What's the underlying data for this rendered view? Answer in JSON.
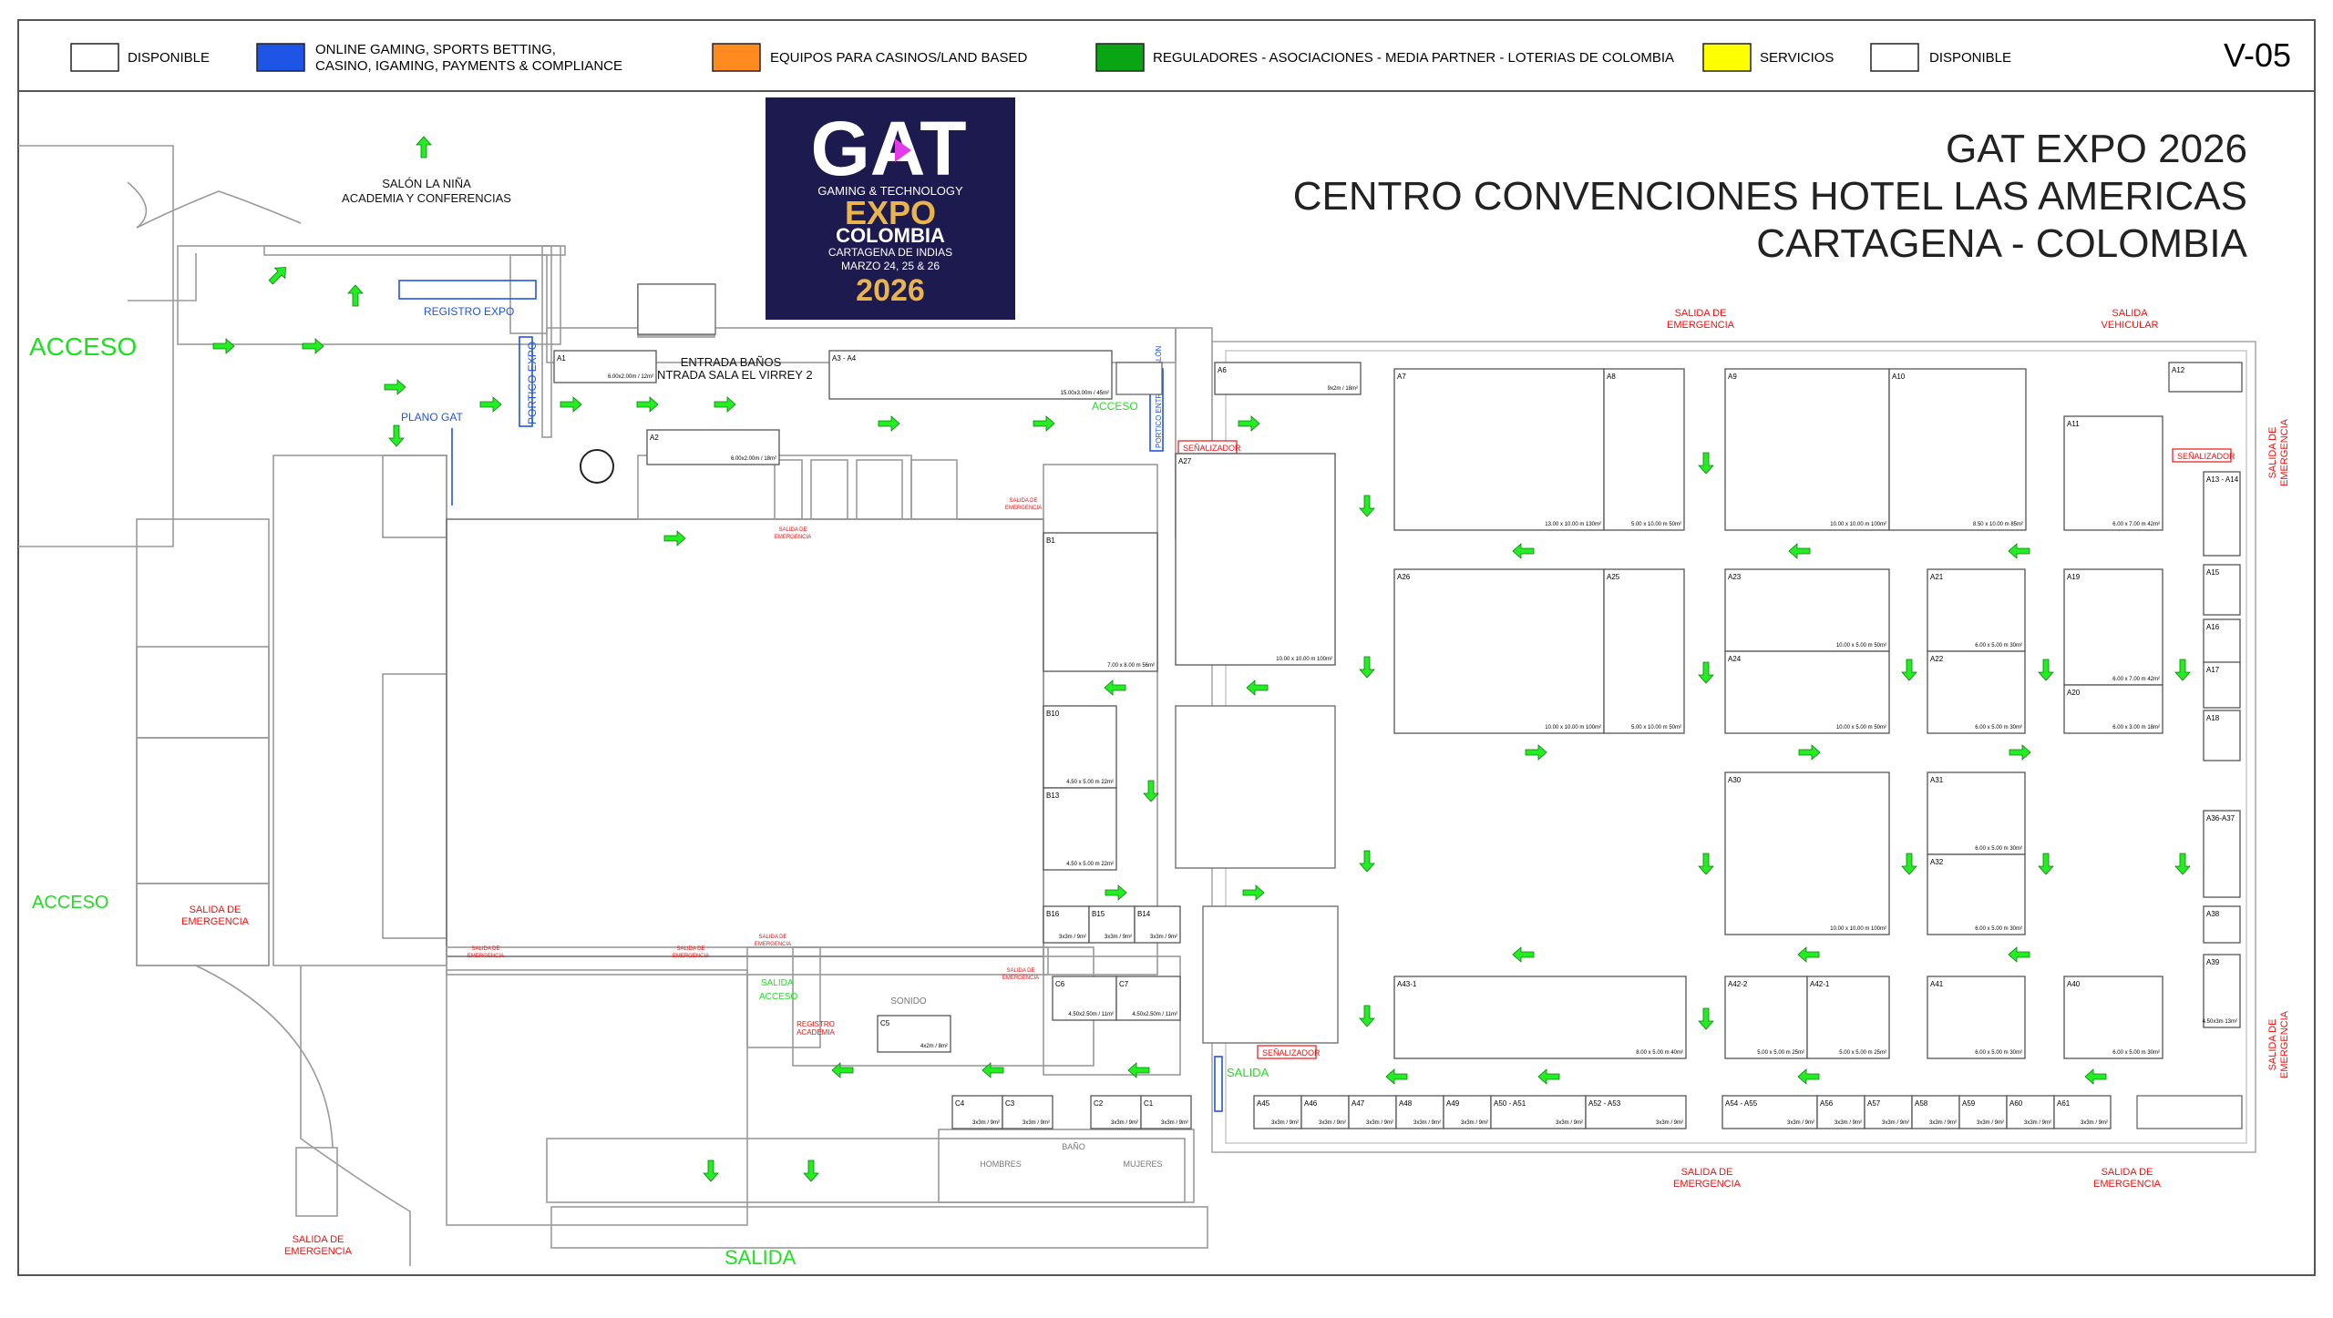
{
  "sheet_code": "V-05",
  "legend": [
    {
      "label": "DISPONIBLE",
      "color": "#ffffff"
    },
    {
      "label": "ONLINE GAMING, SPORTS BETTING,",
      "label2": "CASINO, IGAMING, PAYMENTS & COMPLIANCE",
      "color": "#1f55e6"
    },
    {
      "label": "EQUIPOS PARA CASINOS/LAND BASED",
      "color": "#ff8a1f"
    },
    {
      "label": "REGULADORES - ASOCIACIONES - MEDIA PARTNER - LOTERIAS DE COLOMBIA",
      "color": "#0aa514"
    },
    {
      "label": "SERVICIOS",
      "color": "#ffff00"
    },
    {
      "label": "DISPONIBLE",
      "color": "#ffffff"
    }
  ],
  "title": {
    "line1": "GAT EXPO 2026",
    "line2": "CENTRO CONVENCIONES HOTEL LAS AMERICAS",
    "line3": "CARTAGENA - COLOMBIA"
  },
  "logo": {
    "brand": "GAT",
    "tagline": "GAMING & TECHNOLOGY",
    "expo": "EXPO",
    "country": "COLOMBIA",
    "city": "CARTAGENA DE INDIAS",
    "dates": "MARZO 24, 25 & 26",
    "year": "2026",
    "bg": "#1d1a4f"
  },
  "places": {
    "salon": "SALÓN LA NIÑA",
    "salon_sub": "ACADEMIA Y CONFERENCIAS",
    "acceso_top": "ACCESO",
    "acceso_bottom": "ACCESO",
    "registro_expo": "REGISTRO EXPO",
    "plano_gat": "PLANO GAT",
    "portico_expo": "PORTICO EXPO",
    "portico_salon": "PORTICO ENTRADA A SALÓN",
    "entrada_banos": "ENTRADA BAÑOS",
    "entrada_sala": "ENTRADA SALA EL VIRREY 2",
    "acceso_center": "ACCESO",
    "salida_acceso_1": "SALIDA",
    "salida_acceso_2": "ACCESO",
    "registro_academia_1": "REGISTRO",
    "registro_academia_2": "ACADEMIA",
    "sonido": "SONIDO",
    "bano": "BAÑO",
    "hombres": "HOMBRES",
    "mujeres": "MUJERES",
    "salida_center": "SALIDA",
    "salida_bottom": "SALIDA",
    "senalizador": "SEÑALIZADOR",
    "salida_emergencia_1": "SALIDA DE",
    "salida_emergencia_2": "EMERGENCIA",
    "salida_vehicular_1": "SALIDA",
    "salida_vehicular_2": "VEHICULAR"
  },
  "booths": [
    {
      "id": "A1",
      "size": "6.00x2.00m / 12m²"
    },
    {
      "id": "A3 - A4",
      "size": "15.00x3.00m / 45m²"
    },
    {
      "id": "A2",
      "size": "6.00x2.00m / 18m²"
    },
    {
      "id": "A6",
      "size": "9x2m / 18m²"
    },
    {
      "id": "A27",
      "size": "10.00 x 10.00 m 100m²"
    },
    {
      "id": "A7",
      "size": "13.00 x 10.00 m 130m²"
    },
    {
      "id": "A8",
      "size": "5.00 x 10.00 m 50m²"
    },
    {
      "id": "A9",
      "size": "10.00 x 10.00 m 100m²"
    },
    {
      "id": "A10",
      "size": "8.50 x 10.00 m 85m²"
    },
    {
      "id": "A11",
      "size": "6.00 x 7.00 m 42m²"
    },
    {
      "id": "A12",
      "size": ""
    },
    {
      "id": "A13 - A14",
      "size": ""
    },
    {
      "id": "A26",
      "size": "10.00 x 10.00 m 100m²"
    },
    {
      "id": "A25",
      "size": "5.00 x 10.00 m 50m²"
    },
    {
      "id": "A23",
      "size": "10.00 x 5.00 m 50m²"
    },
    {
      "id": "A24",
      "size": "10.00 x 5.00 m 50m²"
    },
    {
      "id": "A21",
      "size": "6.00 x 5.00 m 30m²"
    },
    {
      "id": "A22",
      "size": "6.00 x 5.00 m 30m²"
    },
    {
      "id": "A19",
      "size": "6.00 x 7.00 m 42m²"
    },
    {
      "id": "A20",
      "size": "6.00 x 3.00 m 18m²"
    },
    {
      "id": "A15",
      "size": ""
    },
    {
      "id": "A16",
      "size": ""
    },
    {
      "id": "A17",
      "size": ""
    },
    {
      "id": "A18",
      "size": ""
    },
    {
      "id": "B1",
      "size": "7.00 x 8.00 m 56m²"
    },
    {
      "id": "B10",
      "size": "4.50 x 5.00 m 22m²"
    },
    {
      "id": "B13",
      "size": "4.50 x 5.00 m 22m²"
    },
    {
      "id": "A30",
      "size": "10.00 x 10.00 m 100m²"
    },
    {
      "id": "A31",
      "size": "6.00 x 5.00 m 30m²"
    },
    {
      "id": "A32",
      "size": "6.00 x 5.00 m 30m²"
    },
    {
      "id": "A36-A37",
      "size": ""
    },
    {
      "id": "A38",
      "size": ""
    },
    {
      "id": "A39",
      "size": "4.50x3m 13m²"
    },
    {
      "id": "B16",
      "size": "3x3m / 9m²"
    },
    {
      "id": "B15",
      "size": "3x3m / 9m²"
    },
    {
      "id": "B14",
      "size": "3x3m / 9m²"
    },
    {
      "id": "C6",
      "size": "4.50x2.50m / 11m²"
    },
    {
      "id": "C7",
      "size": "4.50x2.50m / 11m²"
    },
    {
      "id": "C5",
      "size": "4x2m / 8m²"
    },
    {
      "id": "A43-1",
      "size": "8.00 x 5.00 m 40m²"
    },
    {
      "id": "A42-2",
      "size": "5.00 x 5.00 m 25m²"
    },
    {
      "id": "A42-1",
      "size": "5.00 x 5.00 m 25m²"
    },
    {
      "id": "A41",
      "size": "6.00 x 5.00 m 30m²"
    },
    {
      "id": "A40",
      "size": "6.00 x 5.00 m 30m²"
    },
    {
      "id": "C4",
      "size": "3x3m / 9m²"
    },
    {
      "id": "C3",
      "size": "3x3m / 9m²"
    },
    {
      "id": "C2",
      "size": "3x3m / 9m²"
    },
    {
      "id": "C1",
      "size": "3x3m / 9m²"
    },
    {
      "id": "A45",
      "size": "3x3m / 9m²"
    },
    {
      "id": "A46",
      "size": "3x3m / 9m²"
    },
    {
      "id": "A47",
      "size": "3x3m / 9m²"
    },
    {
      "id": "A48",
      "size": "3x3m / 9m²"
    },
    {
      "id": "A49",
      "size": "3x3m / 9m²"
    },
    {
      "id": "A50 - A51",
      "size": "3x3m / 9m²"
    },
    {
      "id": "A52 - A53",
      "size": "3x3m / 9m²"
    },
    {
      "id": "A54 - A55",
      "size": "3x3m / 9m²"
    },
    {
      "id": "A56",
      "size": "3x3m / 9m²"
    },
    {
      "id": "A57",
      "size": "3x3m / 9m²"
    },
    {
      "id": "A58",
      "size": "3x3m / 9m²"
    },
    {
      "id": "A59",
      "size": "3x3m / 9m²"
    },
    {
      "id": "A60",
      "size": "3x3m / 9m²"
    },
    {
      "id": "A61",
      "size": "3x3m / 9m²"
    }
  ]
}
